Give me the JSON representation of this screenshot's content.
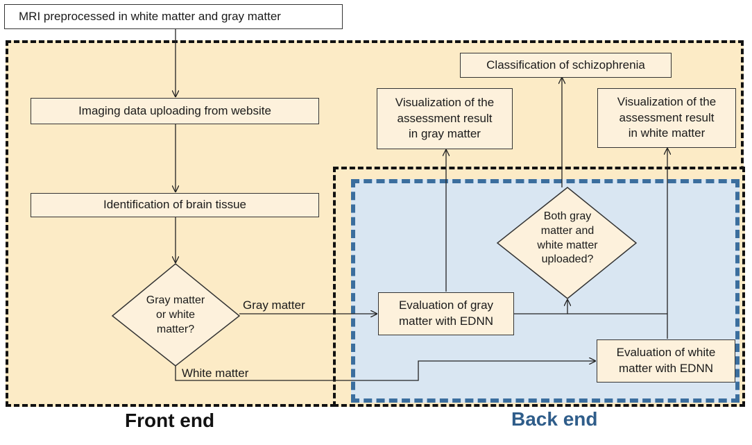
{
  "start": "MRI preprocessed in white matter and gray matter",
  "front": {
    "title": "Front end",
    "upload": "Imaging data uploading from website",
    "identify": "Identification of brain tissue",
    "decision": "Gray matter\nor white\nmatter?",
    "gray_label": "Gray matter",
    "white_label": "White matter"
  },
  "back": {
    "title": "Back end",
    "eval_gray": "Evaluation of gray\nmatter with EDNN",
    "eval_white": "Evaluation of white\nmatter with EDNN",
    "both_decision": "Both gray\nmatter and\nwhite matter\nuploaded?",
    "vis_gray": "Visualization of the\nassessment result\nin gray matter",
    "vis_white": "Visualization of the\nassessment result\nin white matter",
    "classification": "Classification of schizophrenia"
  },
  "colors": {
    "front_fill": "#fcebc6",
    "back_fill": "#d9e6f2",
    "back_border": "#3b6e9e",
    "back_title": "#2f5d8a"
  }
}
